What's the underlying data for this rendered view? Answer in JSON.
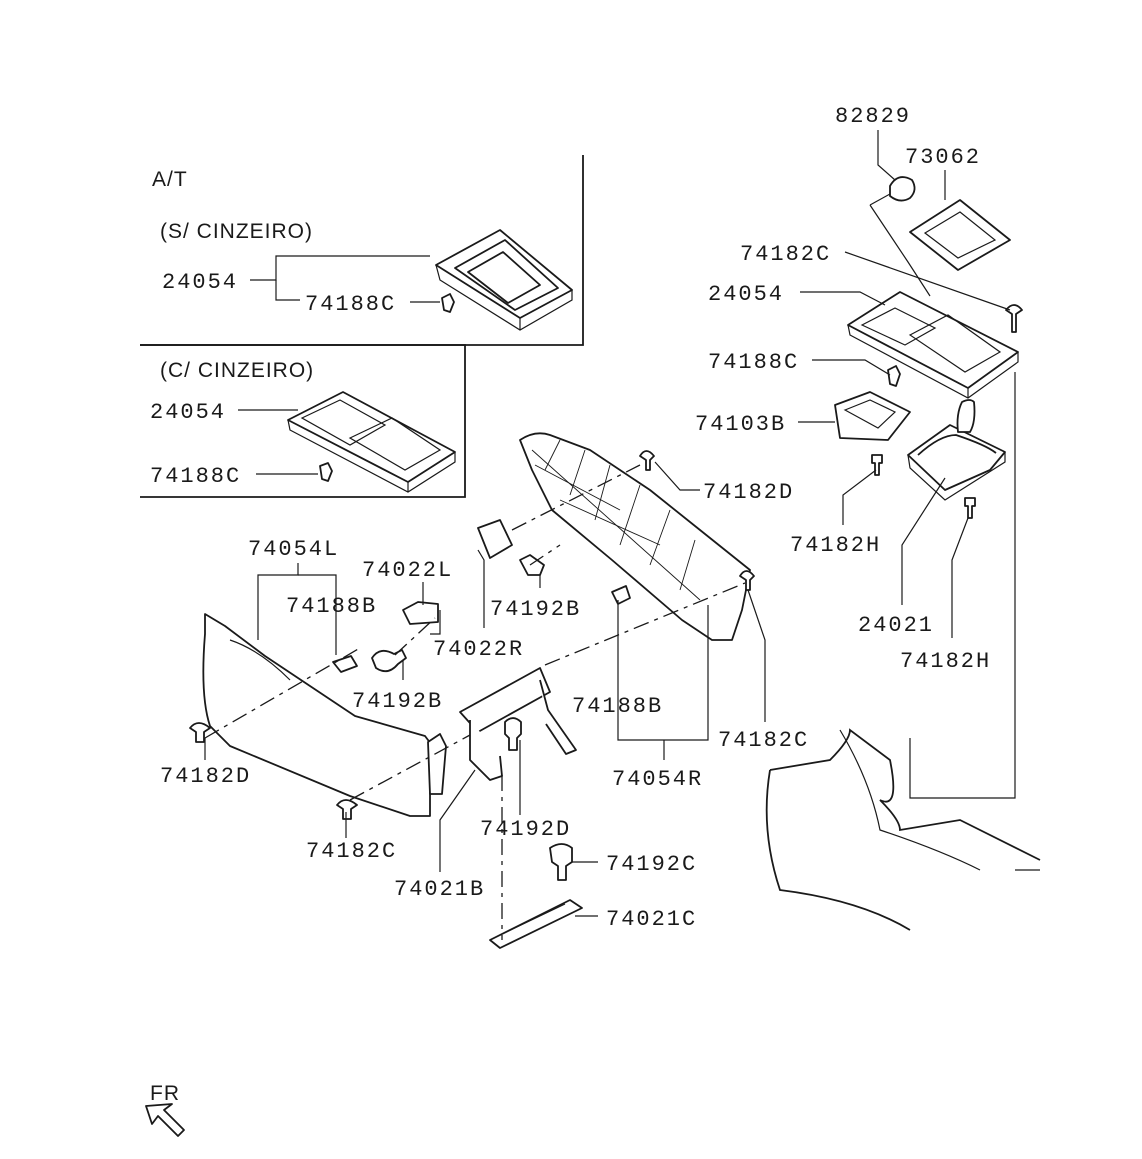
{
  "sections": {
    "at": "A/T",
    "sem_cinzeiro": "(S/ CINZEIRO)",
    "com_cinzeiro": "(C/ CINZEIRO)"
  },
  "parts": {
    "p82829": "82829",
    "p73062": "73062",
    "p74182C_top": "74182C",
    "p24054_main": "24054",
    "p74188C_main": "74188C",
    "p74103B": "74103B",
    "p74182D_right": "74182D",
    "p74182H_left": "74182H",
    "p24021": "24021",
    "p74182H_right": "74182H",
    "p24054_s": "24054",
    "p74188C_s": "74188C",
    "p24054_c": "24054",
    "p74188C_c": "74188C",
    "p74054L": "74054L",
    "p74022L": "74022L",
    "p74188B_left": "74188B",
    "p74022R": "74022R",
    "p74192B_mid": "74192B",
    "p74192B_left": "74192B",
    "p74188B_right": "74188B",
    "p74182C_right": "74182C",
    "p74054R": "74054R",
    "p74182D_left": "74182D",
    "p74192D": "74192D",
    "p74182C_bottom": "74182C",
    "p74021B": "74021B",
    "p74192C": "74192C",
    "p74021C": "74021C"
  },
  "front_indicator": "FR"
}
